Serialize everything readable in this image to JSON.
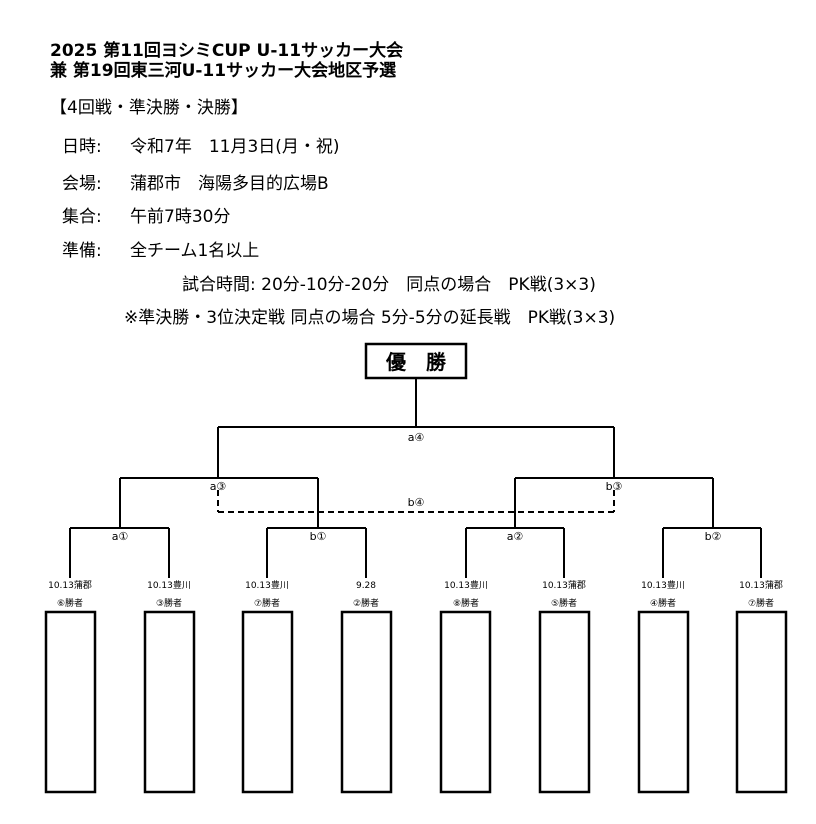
{
  "header": {
    "title_line1": "2025 第11回ヨシミCUP U-11サッカー大会",
    "title_line2": "兼 第19回東三河U-11サッカー大会地区予選"
  },
  "section": "【4回戦・準決勝・決勝】",
  "info": {
    "date_label": "日時:",
    "date_value": "令和7年　11月3日(月・祝)",
    "venue_label": "会場:",
    "venue_value": "蒲郡市　海陽多目的広場B",
    "gather_label": "集合:",
    "gather_value": "午前7時30分",
    "prep_label": "準備:",
    "prep_value": "全チーム1名以上"
  },
  "rules": {
    "line1": "試合時間: 20分-10分-20分　同点の場合　PK戦(3×3)",
    "line2": "※準決勝・3位決定戦 同点の場合 5分-5分の延長戦　PK戦(3×3)"
  },
  "bracket": {
    "champion": "優　勝",
    "final_label": "a④",
    "third_place_label": "b④",
    "semis": [
      "a③",
      "b③"
    ],
    "quarters": [
      "a①",
      "b①",
      "a②",
      "b②"
    ],
    "slots": [
      {
        "source": "10.13蒲郡",
        "winner": "⑥勝者"
      },
      {
        "source": "10.13豊川",
        "winner": "③勝者"
      },
      {
        "source": "10.13豊川",
        "winner": "⑦勝者"
      },
      {
        "source": "9.28",
        "winner": "②勝者"
      },
      {
        "source": "10.13豊川",
        "winner": "⑧勝者"
      },
      {
        "source": "10.13蒲郡",
        "winner": "⑤勝者"
      },
      {
        "source": "10.13豊川",
        "winner": "④勝者"
      },
      {
        "source": "10.13蒲郡",
        "winner": "⑦勝者"
      }
    ]
  }
}
